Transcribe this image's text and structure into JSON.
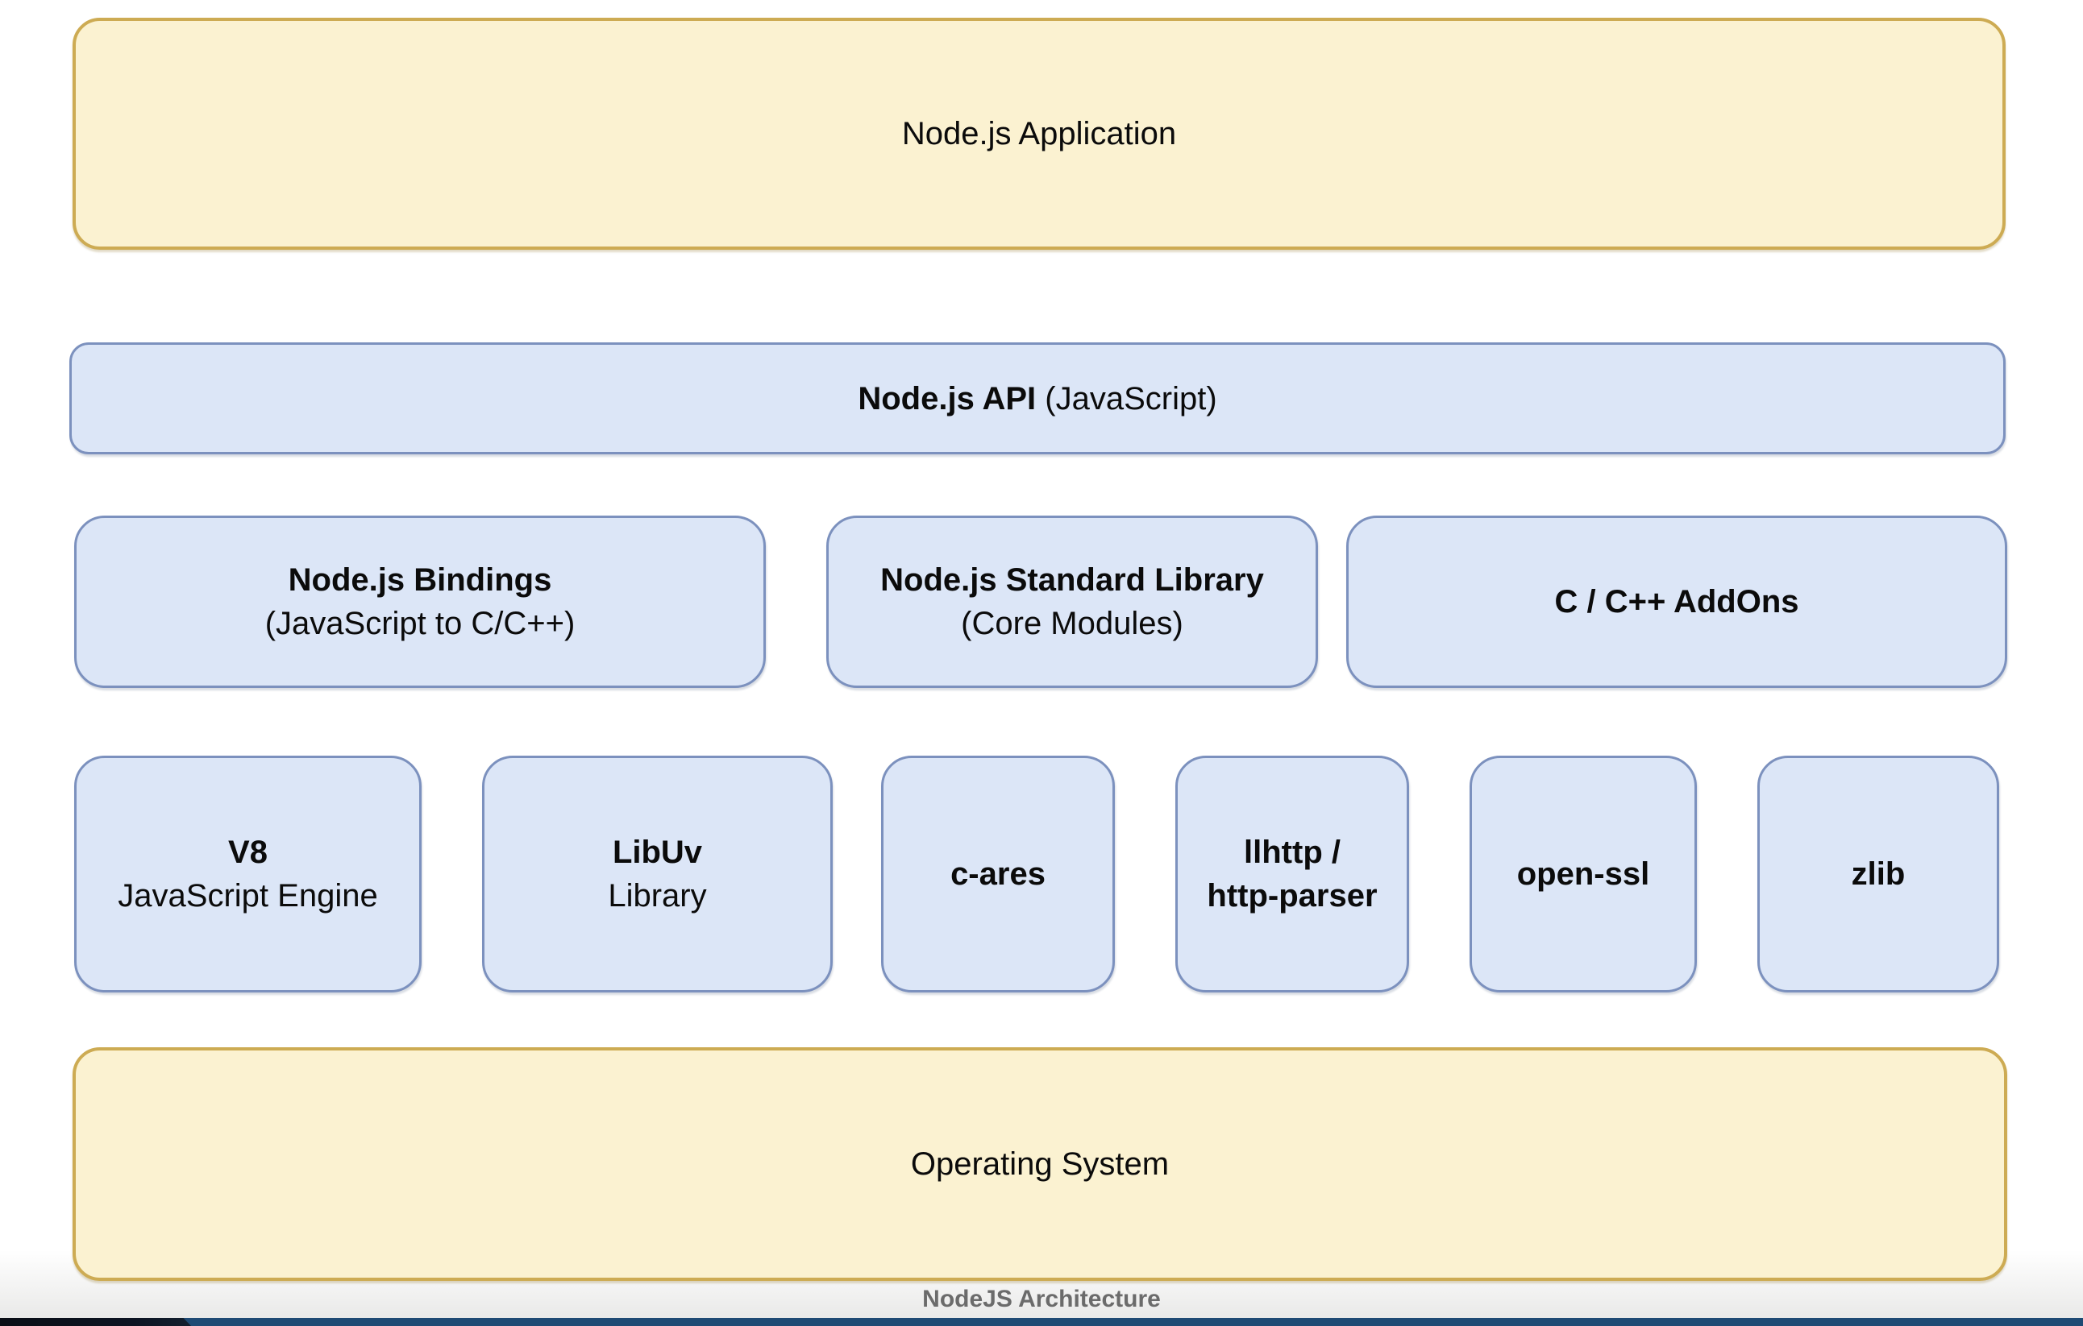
{
  "colors": {
    "yellow_fill": "#FBF2D1",
    "yellow_border": "#CDAB53",
    "blue_fill": "#DCE6F7",
    "blue_border": "#7C91BE",
    "caption_text": "#6B6B6B",
    "bar_blue": "#1E4A74",
    "bar_black": "#0C1322",
    "text": "#0B0B0B"
  },
  "diagram": {
    "caption": "NodeJS Architecture",
    "application_layer": {
      "label": "Node.js Application"
    },
    "api_layer": {
      "label_bold": "Node.js API",
      "label_rest": " (JavaScript)"
    },
    "middle_layer": [
      {
        "line1": "Node.js Bindings",
        "line2": "(JavaScript to C/C++)"
      },
      {
        "line1": "Node.js Standard Library",
        "line2": "(Core Modules)"
      },
      {
        "line1": "C / C++ AddOns"
      }
    ],
    "component_layer": [
      {
        "line1": "V8",
        "line2": "JavaScript Engine"
      },
      {
        "line1": "LibUv",
        "line2": "Library"
      },
      {
        "line1": "c-ares"
      },
      {
        "line1": "llhttp /",
        "line2": "http-parser"
      },
      {
        "line1": "open-ssl"
      },
      {
        "line1": "zlib"
      }
    ],
    "os_layer": {
      "label": "Operating System"
    }
  }
}
